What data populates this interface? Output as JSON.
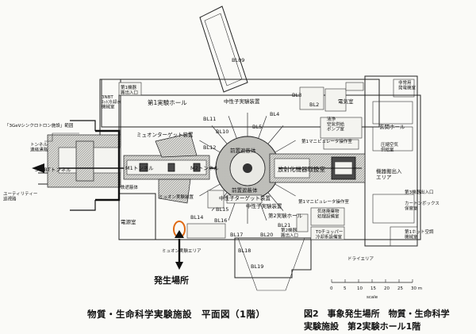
{
  "labels": {
    "bl09": "BL09",
    "first_equip_entrance": "第1機器\n搬出入口",
    "emergency_generator": "非常用\n発電機室",
    "first_exp_hall": "第1実験ホール",
    "nbt3_machine": "3NBT\nﾈｯﾄ冷却水\n機械室",
    "neutron_exp_equip": "中性子実験装置",
    "bl3": "BL3",
    "bl2": "BL2",
    "bl4": "BL4",
    "bl5": "BL5",
    "bl10": "BL10",
    "bl11": "BL11",
    "bl12": "BL12",
    "bl14": "BL14",
    "bl15": "BL15",
    "bl16": "BL16",
    "bl17": "BL17",
    "bl18": "BL18",
    "bl19": "BL19",
    "bl20": "BL20",
    "bl21": "BL21",
    "electrical_room": "電気室",
    "entrance_hall": "玄関ホール",
    "purification": "清浄\n空気供給\nポンプ室",
    "manipulator_room": "第1マニピュレータ操作室",
    "compressed_air": "圧縮空気\n供給室",
    "rcs_range": "「3GeVシンクロトロン施設」範囲",
    "tunnel_passage": "トンネル\n連絡通路",
    "muon_target": "ミュオンターゲット装置",
    "front_shield_top": "前置遮蔽体",
    "nbt3_tunnel": "3-NBTトンネル",
    "m1_tunnel": "M1トンネル",
    "m2_tunnel": "M2トンネル",
    "hot_cell_room": "放射化機器取扱室",
    "equip_entry_area": "機器搬出入\nエリア",
    "utility_passage": "ユーティリティー\n巡視路",
    "iron_shield": "鉄遮蔽体",
    "muon_exp_equip": "ミュオン実験装置",
    "front_shield_bottom": "前置遮蔽体",
    "neutron_target": "中性子ターゲット装置",
    "manipulator_room_2": "第1マニピュレータ操作室",
    "third_equip_entrance": "第3機器出入口",
    "cart_box_storage": "カートンボックス\n保管室",
    "power_room": "電源室",
    "neutron_exp_equip_2": "中性子実験装置",
    "second_exp_hall": "第2実験ホール",
    "gas_waste": "気体廃棄物\n処理設備室",
    "second_equip_entrance": "第2機器\n搬出入口",
    "t0_chopper": "T0チョッパー\n冷却系設備室",
    "first_hot_hvac": "第1ホット空調\n機械室",
    "muon_exp_area": "ミュオン実験エリア",
    "dry_area": "ドライエリア",
    "scale_label": "scale",
    "scale_ticks": [
      "0",
      "5",
      "10",
      "15",
      "20",
      "25",
      "30 m"
    ],
    "site": "発生場所"
  },
  "caption": {
    "title": "物質・生命科学実験施設　平面図（1階）",
    "fig_line1": "図2　事象発生場所　物質・生命科学",
    "fig_line2": "実験施設　第2実験ホール1階"
  },
  "colors": {
    "marker": "#e06a14",
    "ink": "#111111",
    "paper": "#fafaf7"
  }
}
